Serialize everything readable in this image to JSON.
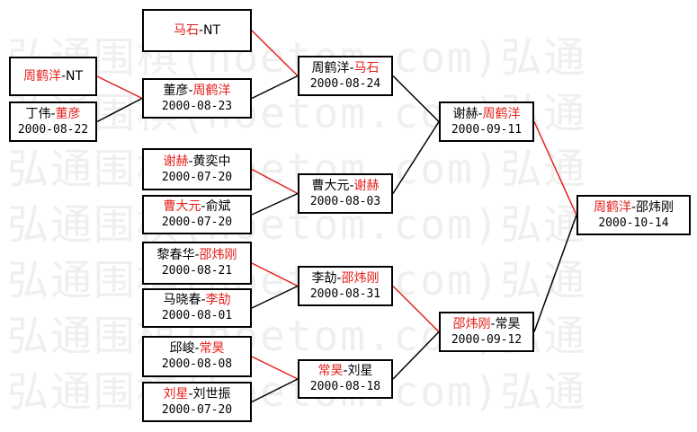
{
  "watermark": {
    "lines": [
      "弘通围棋(hoetom.com)弘通",
      "弘通围棋(hoetom.com)弘通",
      "弘通围棋(hoetom.com)弘通",
      "弘通围棋(hoetom.com)弘通",
      "弘通围棋(hoetom.com)弘通",
      "弘通围棋(hoetom.com)弘通",
      "弘通围棋(hoetom.com)弘通"
    ]
  },
  "colors": {
    "winner": "#e3201b",
    "border": "#000000",
    "line_winner": "#e3201b",
    "line_loser": "#000000"
  },
  "matches": [
    {
      "id": "r1_1",
      "p1": "马石",
      "p2": "NT",
      "winner": 1,
      "date": ""
    },
    {
      "id": "r1_2",
      "p1": "周鹤洋",
      "p2": "NT",
      "winner": 1,
      "date": ""
    },
    {
      "id": "r1_3",
      "p1": "丁伟",
      "p2": "董彦",
      "winner": 2,
      "date": "2000-08-22"
    },
    {
      "id": "r1_4",
      "p1": "谢赫",
      "p2": "黄奕中",
      "winner": 1,
      "date": "2000-07-20"
    },
    {
      "id": "r1_5",
      "p1": "曹大元",
      "p2": "俞斌",
      "winner": 1,
      "date": "2000-07-20"
    },
    {
      "id": "r1_6",
      "p1": "黎春华",
      "p2": "邵炜刚",
      "winner": 2,
      "date": "2000-08-21"
    },
    {
      "id": "r1_7",
      "p1": "马晓春",
      "p2": "李劼",
      "winner": 2,
      "date": "2000-08-01"
    },
    {
      "id": "r1_8",
      "p1": "邱峻",
      "p2": "常昊",
      "winner": 2,
      "date": "2000-08-08"
    },
    {
      "id": "r1_9",
      "p1": "刘星",
      "p2": "刘世振",
      "winner": 1,
      "date": "2000-07-20"
    },
    {
      "id": "r2_1",
      "p1": "董彦",
      "p2": "周鹤洋",
      "winner": 2,
      "date": "2000-08-23"
    },
    {
      "id": "r3_1",
      "p1": "周鹤洋",
      "p2": "马石",
      "winner": 2,
      "date": "2000-08-24"
    },
    {
      "id": "r3_2",
      "p1": "曹大元",
      "p2": "谢赫",
      "winner": 2,
      "date": "2000-08-03"
    },
    {
      "id": "r3_3",
      "p1": "李劼",
      "p2": "邵炜刚",
      "winner": 2,
      "date": "2000-08-31"
    },
    {
      "id": "r3_4",
      "p1": "常昊",
      "p2": "刘星",
      "winner": 1,
      "date": "2000-08-18"
    },
    {
      "id": "r4_1",
      "p1": "谢赫",
      "p2": "周鹤洋",
      "winner": 2,
      "date": "2000-09-11"
    },
    {
      "id": "r4_2",
      "p1": "邵炜刚",
      "p2": "常昊",
      "winner": 1,
      "date": "2000-09-12"
    },
    {
      "id": "final",
      "p1": "周鹤洋",
      "p2": "邵炜刚",
      "winner": 1,
      "date": "2000-10-14"
    }
  ]
}
